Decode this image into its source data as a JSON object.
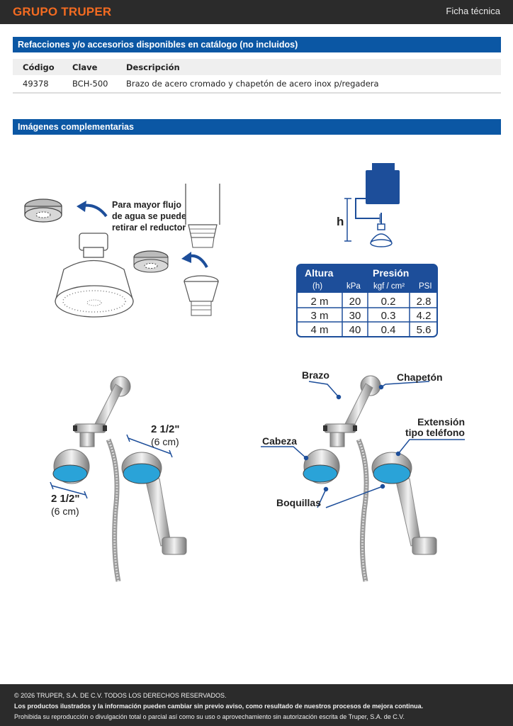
{
  "header": {
    "brand": "GRUPO TRUPER",
    "doc_type": "Ficha técnica"
  },
  "accessories": {
    "title": "Refacciones y/o accesorios disponibles en catálogo (no incluidos)",
    "columns": [
      "Código",
      "Clave",
      "Descripción"
    ],
    "rows": [
      [
        "49378",
        "BCH-500",
        "Brazo de acero cromado y chapetón de acero inox p/regadera"
      ]
    ]
  },
  "images_section": {
    "title": "Imágenes complementarias"
  },
  "reducer_figure": {
    "caption_lines": [
      "Para mayor flujo",
      "de agua se puede",
      "retirar el reductor"
    ]
  },
  "pressure_figure": {
    "height_label": "h",
    "header_altura": "Altura",
    "header_presion": "Presión",
    "sub_h": "(h)",
    "sub_kpa": "kPa",
    "sub_kgf": "kgf / cm²",
    "sub_psi": "PSI",
    "rows": [
      [
        "2 m",
        "20",
        "0.2",
        "2.8"
      ],
      [
        "3 m",
        "30",
        "0.3",
        "4.2"
      ],
      [
        "4 m",
        "40",
        "0.4",
        "5.6"
      ]
    ]
  },
  "dimensions_figure": {
    "dim1_value": "2 1/2\"",
    "dim1_metric": "(6 cm)",
    "dim2_value": "2 1/2\"",
    "dim2_metric": "(6 cm)"
  },
  "parts_figure": {
    "brazo": "Brazo",
    "chapeton": "Chapetón",
    "extension_line1": "Extensión",
    "extension_line2": "tipo teléfono",
    "cabeza": "Cabeza",
    "boquillas": "Boquillas"
  },
  "footer": {
    "copyright": "© 2026 TRUPER, S.A. DE C.V. TODOS LOS DERECHOS RESERVADOS.",
    "notice": "Los productos ilustrados y la información pueden cambiar sin previo aviso, como resultado de nuestros procesos de mejora continua.",
    "prohibition": "Prohibida su reproducción o divulgación total o parcial así como su uso o aprovechamiento sin autorización escrita de Truper, S.A. de C.V."
  },
  "colors": {
    "brand_orange": "#f36b21",
    "section_blue": "#0b57a4",
    "dark_bar": "#2b2b2b",
    "table_blue": "#1d4e9a",
    "nozzle_cyan": "#2aa3d8"
  }
}
